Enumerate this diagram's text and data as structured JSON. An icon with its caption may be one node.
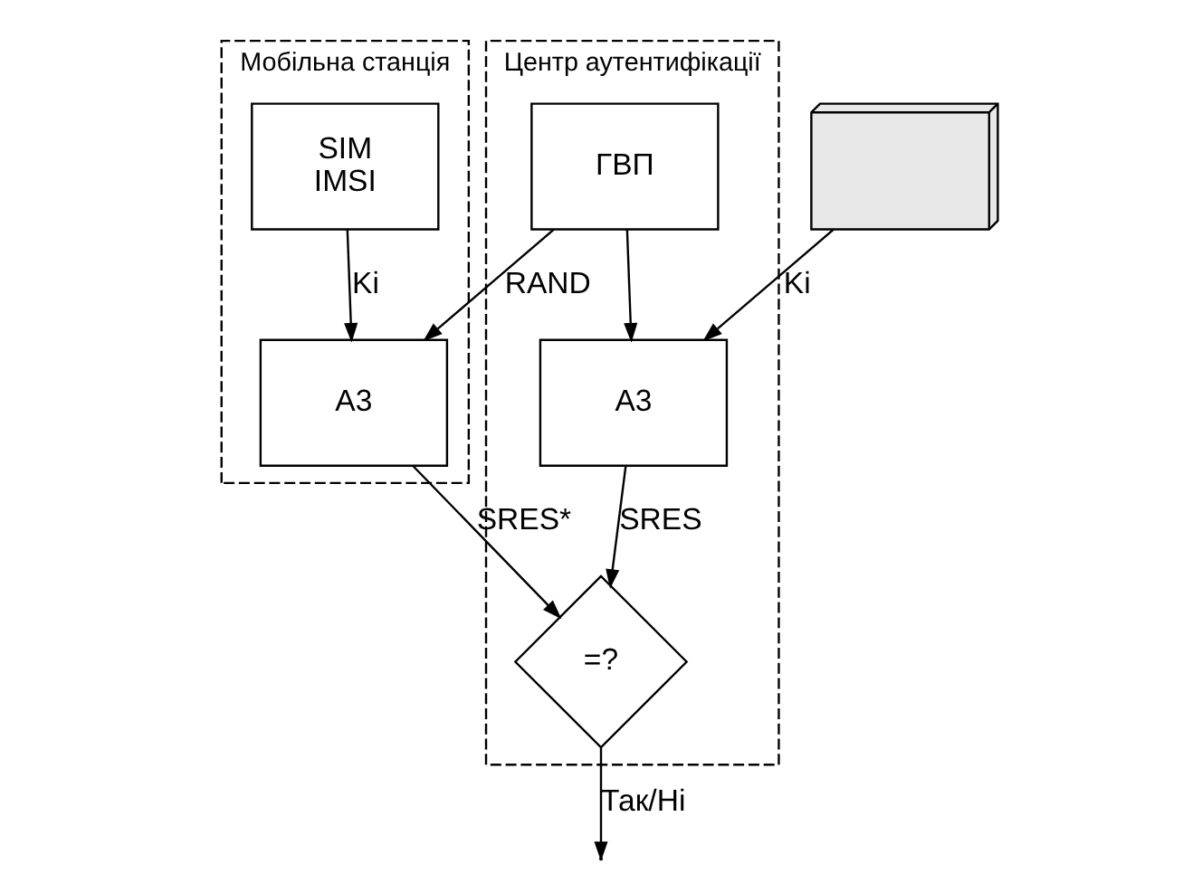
{
  "diagram": {
    "nodes": [
      {
        "text": [
          "Мобільна станція"
        ]
      },
      {
        "text": [
          "SIM",
          "IMSI"
        ],
        "in": 0
      },
      {
        "text": [
          "A3"
        ],
        "in": 0
      },
      {
        "text": [
          "Центр аутентифікації"
        ]
      },
      {
        "text": [
          "ГВП"
        ],
        "in": 3
      },
      {
        "text": [
          "A3"
        ],
        "in": 3
      },
      {
        "text": [
          "=?"
        ],
        "in": 3
      },
      {
        "text": [],
        "shape": "box"
      }
    ],
    "edges": [
      {
        "from": 1,
        "to": 2,
        "arrow": "to",
        "label": "Ki"
      },
      {
        "from": 4,
        "to": 5,
        "arrow": "to"
      },
      {
        "from": 4,
        "to": 2,
        "arrow": "to",
        "label": "RAND"
      },
      {
        "from": 7,
        "to": 5,
        "arrow": "to",
        "label": "Ki"
      },
      {
        "from": 5,
        "to": 6,
        "arrow": "to",
        "label": "SRES"
      },
      {
        "from": 2,
        "to": 6,
        "arrow": "to",
        "label": "SRES*"
      },
      {
        "from": 6,
        "to": null,
        "arrow": "to",
        "label": "Так/Ні"
      }
    ]
  }
}
